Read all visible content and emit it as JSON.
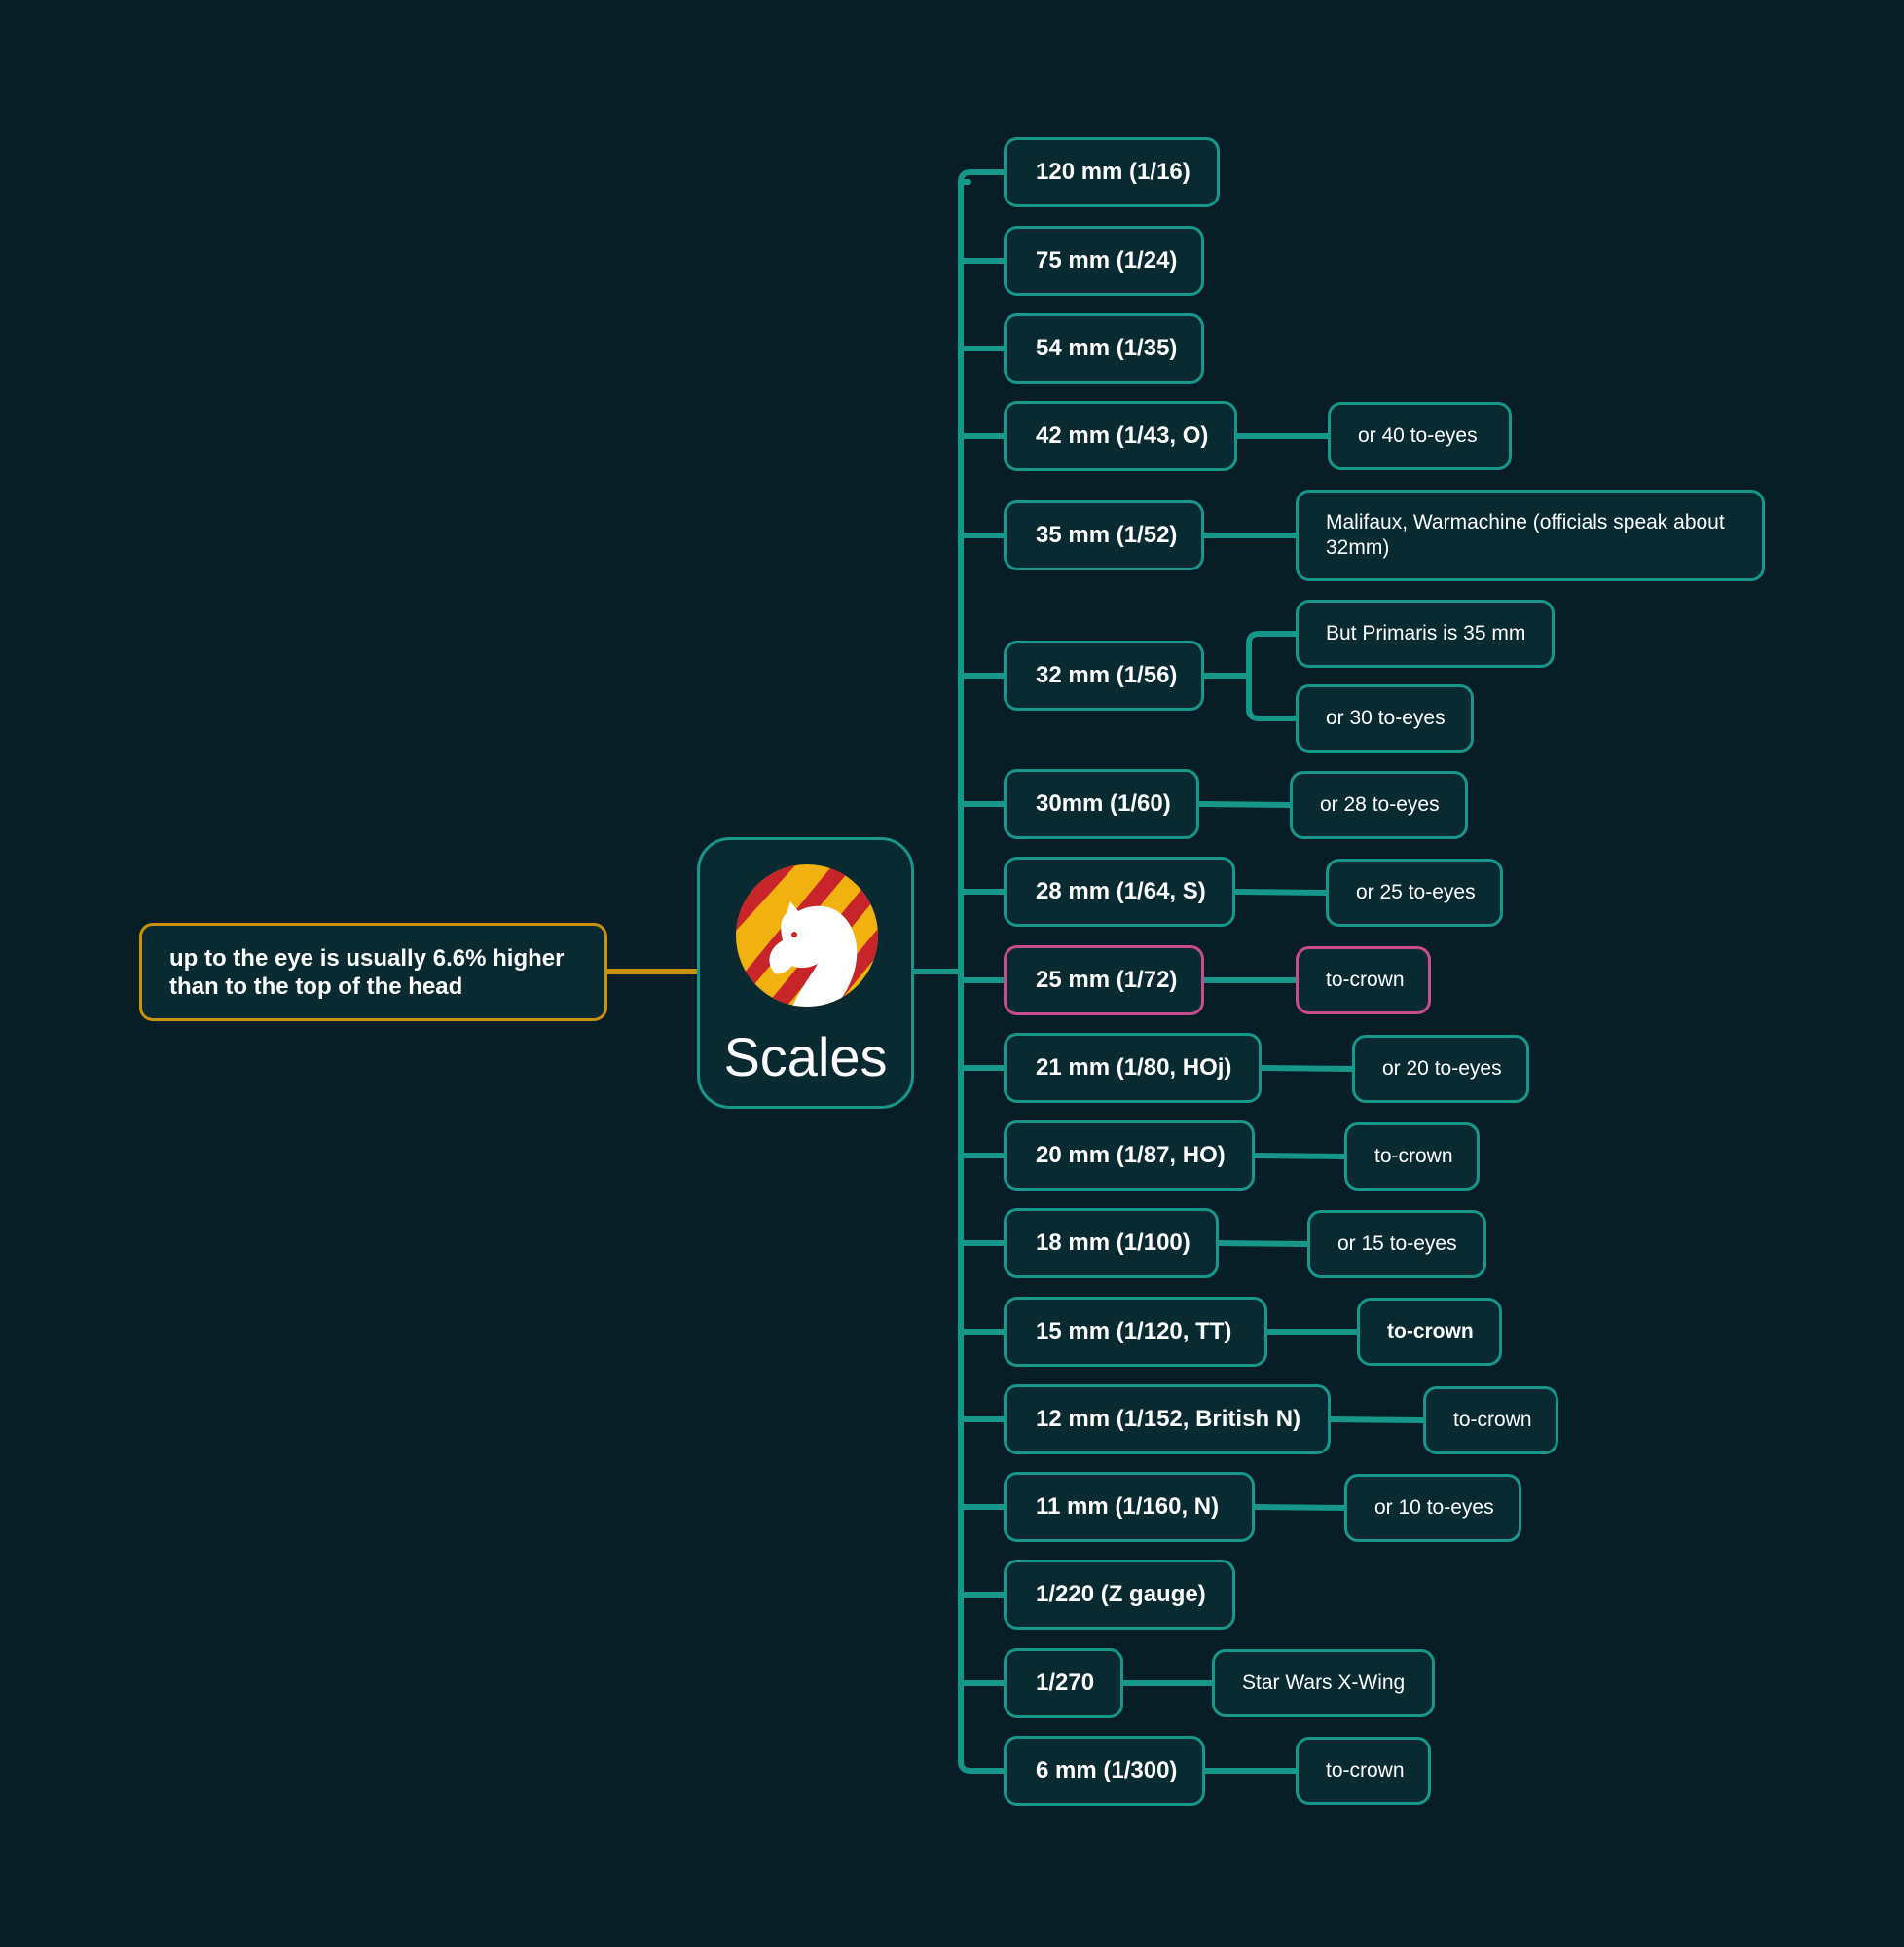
{
  "root": {
    "title": "Scales",
    "logo": "knight-horse-logo-icon"
  },
  "left_note": {
    "text": "up to the eye is usually 6.6% higher than to the top of the head"
  },
  "colors": {
    "background": "#071e27",
    "node_fill": "#0a2a31",
    "teal_border": "#17968a",
    "pink_border": "#c94d8d",
    "gold_border": "#c9920d",
    "logo_red": "#c8252b",
    "logo_yellow": "#f1b20f"
  },
  "scales": [
    {
      "label": "120 mm (1/16)",
      "notes": []
    },
    {
      "label": "75 mm (1/24)",
      "notes": []
    },
    {
      "label": "54 mm (1/35)",
      "notes": []
    },
    {
      "label": "42 mm (1/43, O)",
      "notes": [
        "or 40 to-eyes"
      ]
    },
    {
      "label": "35 mm (1/52)",
      "notes": [
        "Malifaux, Warmachine (officials speak about 32mm)"
      ]
    },
    {
      "label": "32 mm (1/56)",
      "notes": [
        "But Primaris is 35 mm",
        "or 30 to-eyes"
      ]
    },
    {
      "label": "30mm (1/60)",
      "notes": [
        "or 28 to-eyes"
      ]
    },
    {
      "label": "28 mm (1/64, S)",
      "notes": [
        "or 25 to-eyes"
      ]
    },
    {
      "label": "25 mm (1/72)",
      "notes": [
        "to-crown"
      ]
    },
    {
      "label": "21 mm (1/80, HOj)",
      "notes": [
        "or 20 to-eyes"
      ]
    },
    {
      "label": "20 mm (1/87, HO)",
      "notes": [
        "to-crown"
      ]
    },
    {
      "label": "18 mm (1/100)",
      "notes": [
        "or 15 to-eyes"
      ]
    },
    {
      "label": "15 mm (1/120, TT)",
      "notes": [
        "to-crown"
      ]
    },
    {
      "label": "12 mm (1/152, British N)",
      "notes": [
        "to-crown"
      ]
    },
    {
      "label": "11 mm (1/160, N)",
      "notes": [
        "or 10 to-eyes"
      ]
    },
    {
      "label": "1/220 (Z gauge)",
      "notes": []
    },
    {
      "label": "1/270",
      "notes": [
        "Star Wars X-Wing"
      ]
    },
    {
      "label": "6 mm (1/300)",
      "notes": [
        "to-crown"
      ]
    }
  ]
}
